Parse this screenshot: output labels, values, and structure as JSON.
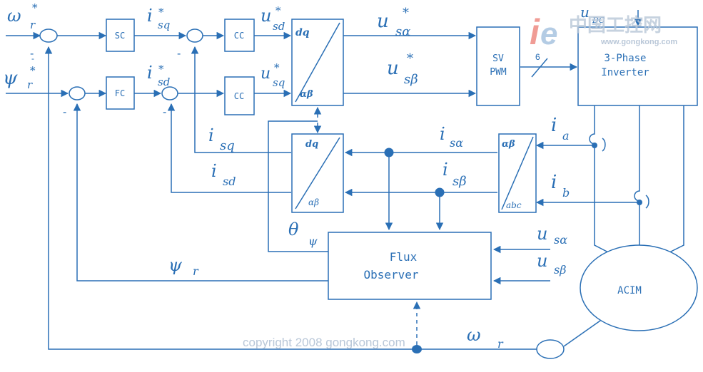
{
  "blocks": {
    "sc": "SC",
    "fc": "FC",
    "cc1": "CC",
    "cc2": "CC",
    "park_top": "dq",
    "park_bottom": "αβ",
    "invpark_top": "dq",
    "invpark_bottom": "αβ",
    "clarke_top": "αβ",
    "clarke_bottom": "abc",
    "svpwm_line1": "SV",
    "svpwm_line2": "PWM",
    "inverter_line1": "3-Phase",
    "inverter_line2": "Inverter",
    "observer_line1": "Flux",
    "observer_line2": "Observer",
    "motor": "ACIM"
  },
  "signals": {
    "omega_ref": "ω",
    "omega_ref_sub": "r",
    "omega_ref_sup": "*",
    "psi_ref": "ψ",
    "psi_ref_sub": "r",
    "psi_ref_sup": "*",
    "isq_ref": "i",
    "isq_ref_sub": "sq",
    "isq_ref_sup": "*",
    "isd_ref": "i",
    "isd_ref_sub": "sd",
    "isd_ref_sup": "*",
    "usd_ref": "u",
    "usd_ref_sub": "sd",
    "usd_ref_sup": "*",
    "usq_ref": "u",
    "usq_ref_sub": "sq",
    "usq_ref_sup": "*",
    "usalpha_ref": "u",
    "usalpha_ref_sub": "sα",
    "usalpha_ref_sup": "*",
    "usbeta_ref": "u",
    "usbeta_ref_sub": "sβ",
    "usbeta_ref_sup": "*",
    "udc": "u",
    "udc_sub": "DC",
    "pwm_count": "6",
    "isq_fb": "i",
    "isq_fb_sub": "sq",
    "isd_fb": "i",
    "isd_fb_sub": "sd",
    "isalpha": "i",
    "isalpha_sub": "sα",
    "isbeta": "i",
    "isbeta_sub": "sβ",
    "ia": "i",
    "ia_sub": "a",
    "ib": "i",
    "ib_sub": "b",
    "theta": "θ",
    "theta_sub": "ψ",
    "psi_r": "ψ",
    "psi_r_sub": "r",
    "us_alpha": "u",
    "us_alpha_sub": "sα",
    "us_beta": "u",
    "us_beta_sub": "sβ",
    "omega_r": "ω",
    "omega_r_sub": "r",
    "minus1": "-",
    "minus2": "-",
    "minus3": "-",
    "minus4": "-",
    "minus5": "-"
  },
  "watermark": {
    "logo_text": "中国工控网",
    "logo_url": "www.gongkong.com",
    "copyright": "copyright 2008 gongkong.com"
  },
  "colors": {
    "line": "#2a6fb5",
    "watermark": "#b9c7d8",
    "logo_red": "#e23b2e"
  }
}
